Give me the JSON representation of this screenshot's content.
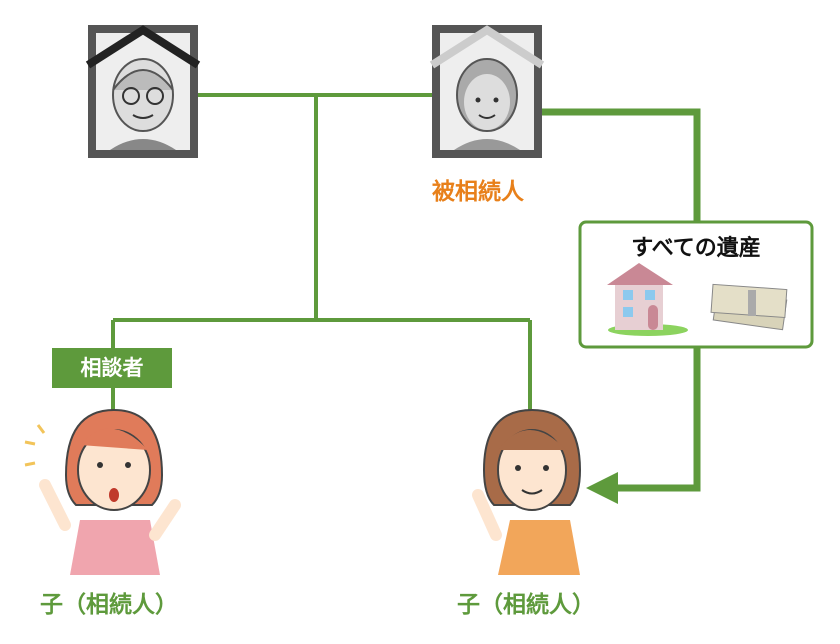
{
  "labels": {
    "deceased": "被相続人",
    "estate": "すべての遺産",
    "consultant": "相談者",
    "child_left": "子（相続人）",
    "child_right": "子（相続人）"
  },
  "colors": {
    "line": "#5e9a3c",
    "deceased_text": "#e8801a",
    "frame": "#555555"
  }
}
